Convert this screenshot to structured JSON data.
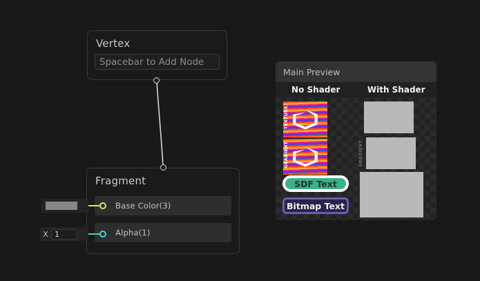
{
  "graph": {
    "vertex_node": {
      "title": "Vertex",
      "add_node_placeholder": "Spacebar to Add Node"
    },
    "fragment_node": {
      "title": "Fragment",
      "slots": [
        {
          "label": "Base Color(3)",
          "port_color": "#e3e36b"
        },
        {
          "label": "Alpha(1)",
          "port_color": "#46cfd4"
        }
      ]
    },
    "widgets": {
      "color_swatch_value": "#878787",
      "vector_axis": "X",
      "vector_value": "1"
    },
    "wire_color": "#d6d6d6"
  },
  "preview": {
    "title": "Main Preview",
    "columns": [
      {
        "label": "No Shader"
      },
      {
        "label": "With Shader"
      }
    ],
    "rows": [
      {
        "vertical_label": "TEXTURE"
      },
      {
        "vertical_label": "GRADIENT"
      }
    ],
    "text_samples": [
      {
        "label": "SDF Text",
        "fill": "#3bb189",
        "outline": "#ffffff",
        "text_color": "#20322c"
      },
      {
        "label": "Bitmap Text",
        "fill": "#2a2347",
        "outline": "#6b5bb5",
        "text_color": "#f0f0f0"
      }
    ],
    "placeholder_color": "#b9b9b9",
    "header_color": "#333333"
  }
}
